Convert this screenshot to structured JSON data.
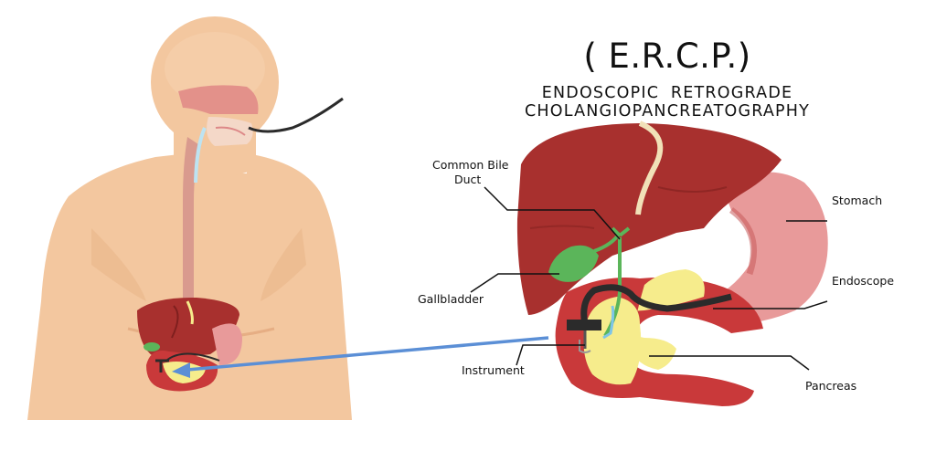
{
  "header": {
    "title": "( E.R.C.P.)",
    "subtitle": "ENDOSCOPIC RETROGRADE CHOLANGIOPANCREATOGRAPHY"
  },
  "labels": {
    "common_bile_duct_line1": "Common Bile",
    "common_bile_duct_line2": "Duct",
    "gallbladder": "Gallbladder",
    "instrument": "Instrument",
    "stomach": "Stomach",
    "endoscope": "Endoscope",
    "pancreas": "Pancreas"
  },
  "colors": {
    "skin": "#f3c79f",
    "skin_shade": "#eab58a",
    "liver": "#a8302e",
    "liver_dark": "#7f1f1e",
    "stomach": "#e89a9a",
    "stomach_wall": "#c75b5b",
    "pancreas": "#f6ec8c",
    "gallbladder": "#5bb55a",
    "duodenum": "#c9393a",
    "endoscope": "#2b2b2b",
    "arrow": "#5b8fd6"
  }
}
